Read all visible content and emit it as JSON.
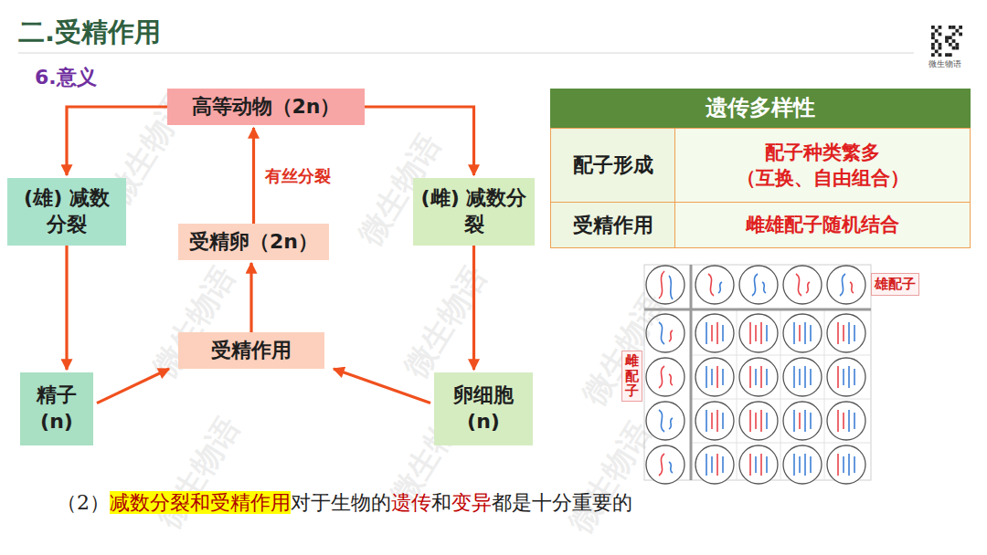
{
  "diagram": {
    "title": "二.受精作用",
    "nodes": [
      {
        "text": [
          "高等动物（2n）"
        ]
      },
      {
        "text": [
          "(雄) 减数分裂"
        ]
      },
      {
        "text": [
          "受精卵（2n）"
        ]
      },
      {
        "text": [
          "(雌) 减数分裂"
        ]
      },
      {
        "text": [
          "受精作用"
        ]
      },
      {
        "text": [
          "精子 (n)"
        ]
      },
      {
        "text": [
          "卵细胞 (n)"
        ]
      }
    ],
    "edges": [
      {
        "from": 0,
        "to": 1,
        "arrow": "to"
      },
      {
        "from": 1,
        "to": 5,
        "arrow": "to"
      },
      {
        "from": 5,
        "to": 4,
        "arrow": "to"
      },
      {
        "from": 0,
        "to": 3,
        "arrow": "to"
      },
      {
        "from": 3,
        "to": 6,
        "arrow": "to"
      },
      {
        "from": 6,
        "to": 4,
        "arrow": "to"
      },
      {
        "from": 4,
        "to": 2,
        "arrow": "to"
      },
      {
        "from": 2,
        "to": 0,
        "label": "有丝分裂",
        "arrow": "to"
      }
    ],
    "labels": [
      "6.意义",
      "遗传多样性",
      "配子形成",
      "配子种类繁多（互换、自由组合）",
      "受精作用",
      "雌雄配子随机结合",
      "雄配子",
      "雌配子",
      "（2）",
      "减数分裂和受精作用",
      "对于生物的",
      "遗传",
      "和",
      "变异",
      "都是十分重要的",
      "微生物语",
      "微生物语",
      "微生物语",
      "微生物语",
      "微生物语",
      "微生物语",
      "微生物语",
      "微生物语",
      "微生物语"
    ]
  }
}
